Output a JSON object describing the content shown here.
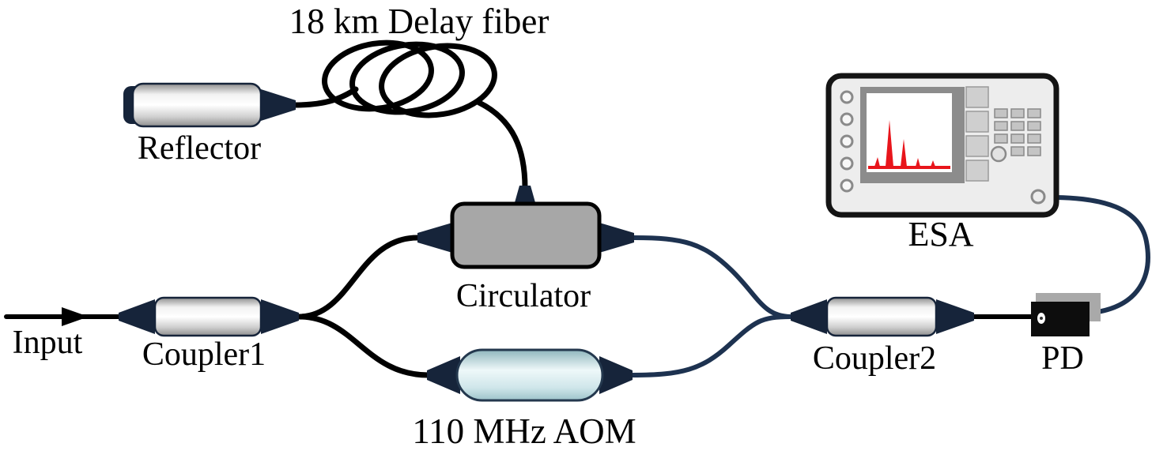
{
  "figure": {
    "type": "optical-fiber-experimental-setup",
    "labels": {
      "delay_fiber": "18 km Delay fiber",
      "reflector": "Reflector",
      "circulator": "Circulator",
      "input": "Input",
      "coupler1": "Coupler1",
      "aom": "110 MHz AOM",
      "coupler2": "Coupler2",
      "esa": "ESA",
      "pd": "PD"
    },
    "colors": {
      "fiber": "#000000",
      "patch_cable": "#1d3250",
      "connector": "#16243a",
      "circulator_fill": "#a7a7a7",
      "esa_body": "#ededed",
      "esa_screen": "#8c8c8c",
      "spectrum_trace": "#e8151b",
      "pd_body": "#0d0d0d"
    }
  }
}
